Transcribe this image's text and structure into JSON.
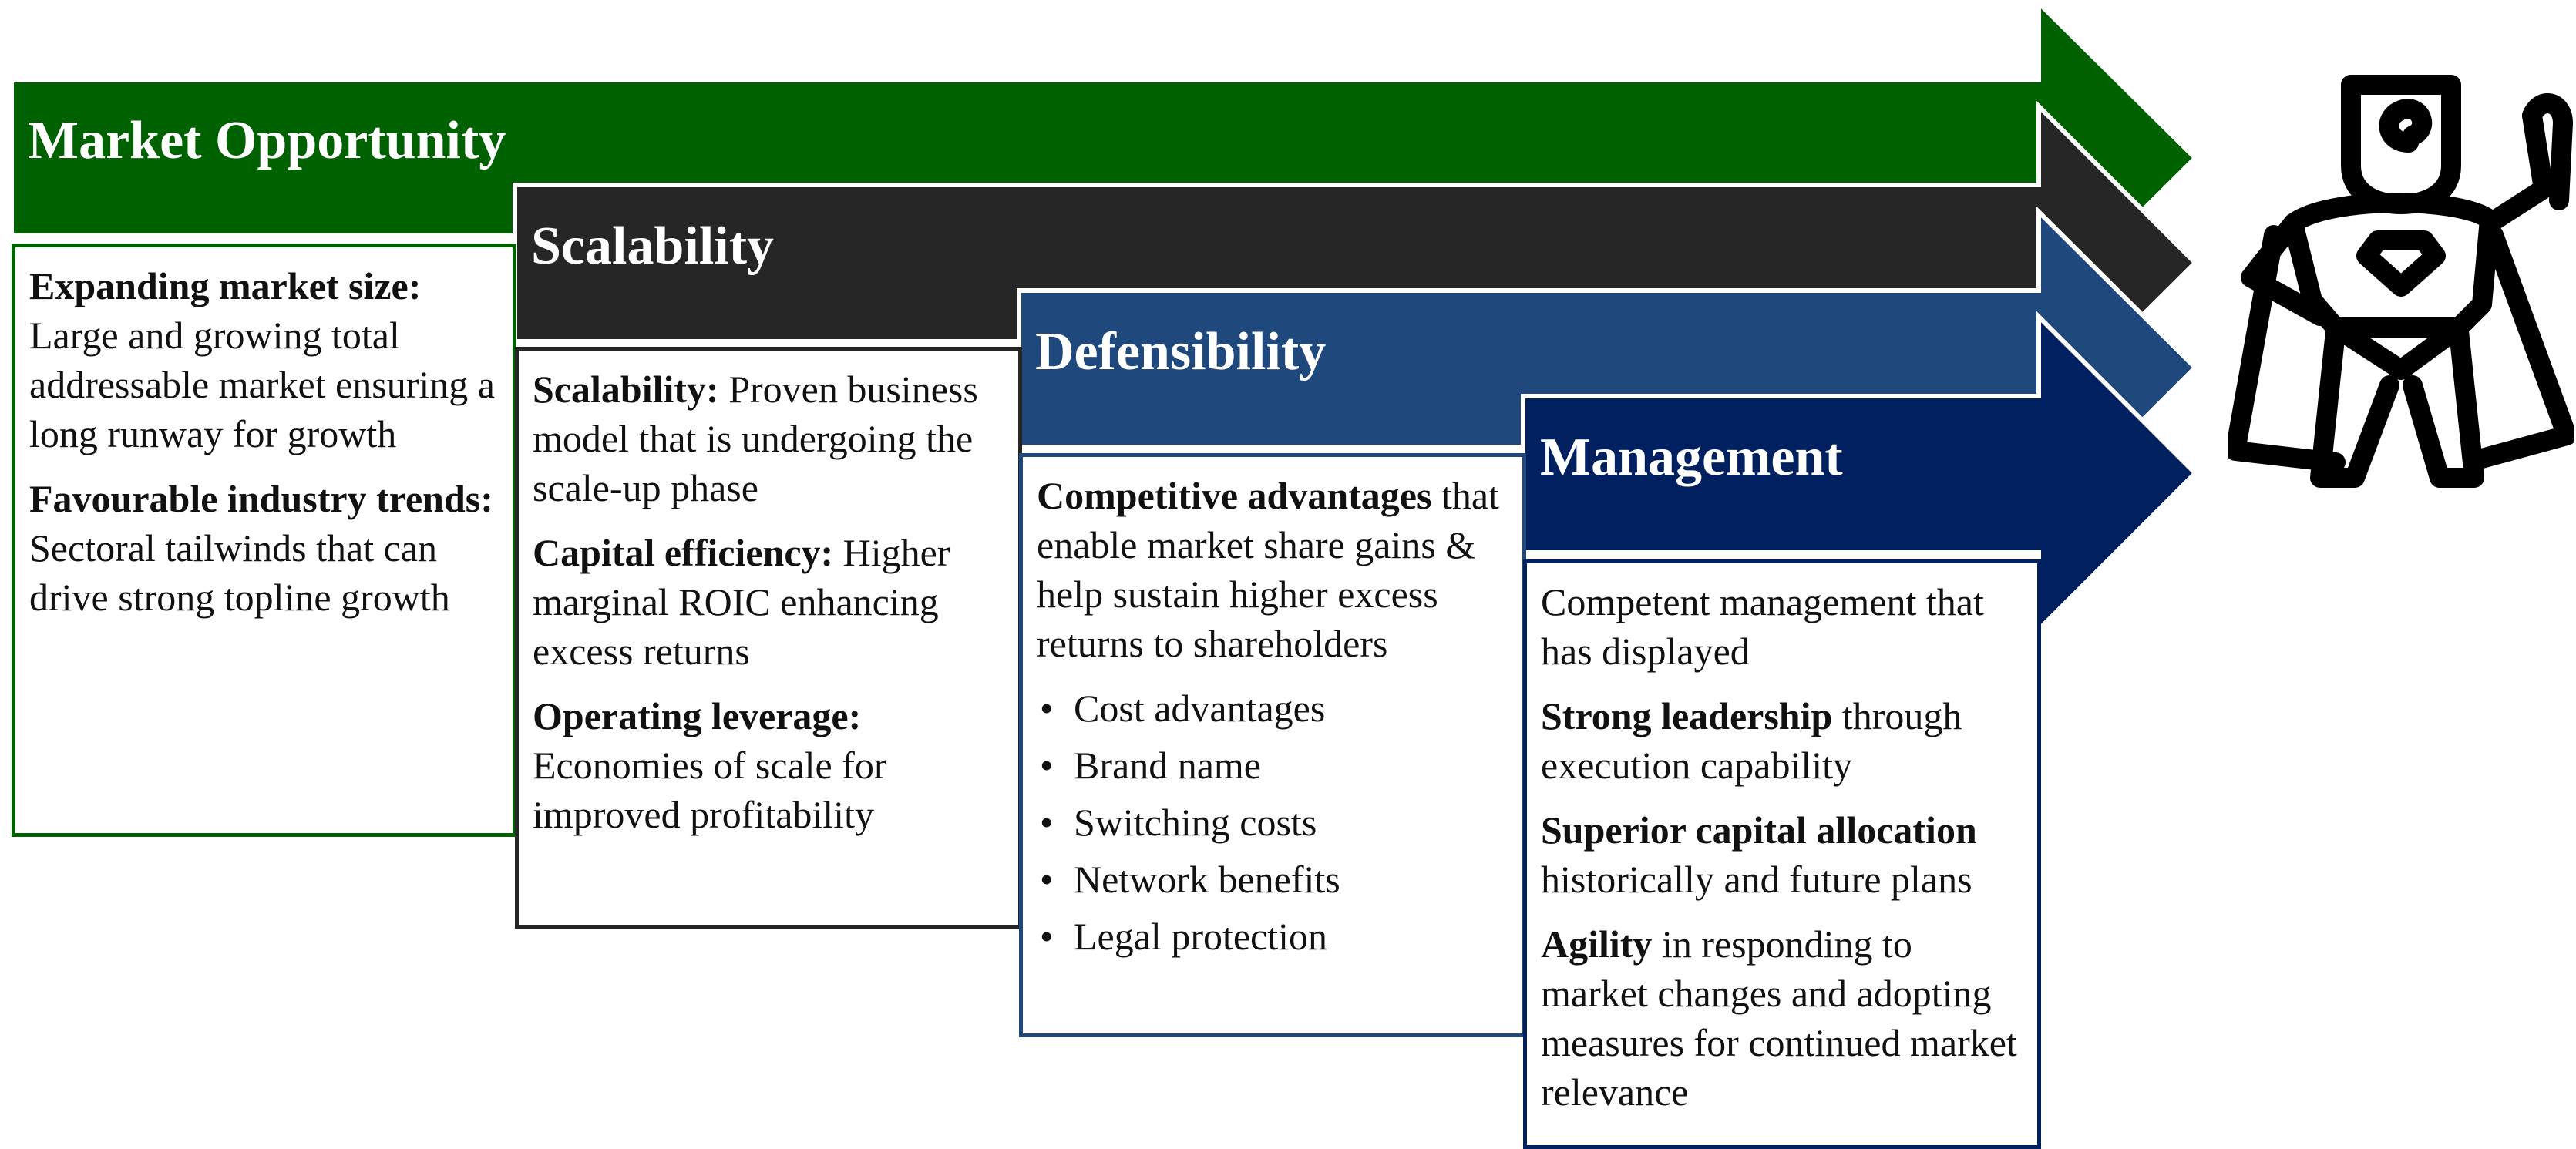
{
  "colors": {
    "market": "#006100",
    "scalability": "#262626",
    "defensibility": "#1f497d",
    "management": "#002060",
    "hero": "#000000"
  },
  "icons": {
    "hero": "superhero-icon"
  },
  "stages": [
    {
      "id": "market",
      "title": "Market Opportunity",
      "paragraphs": [
        {
          "bold": "Expanding market size:",
          "text": " Large and growing total addressable market ensuring a long runway for growth"
        },
        {
          "bold": "Favourable industry trends:",
          "text": " Sectoral tailwinds that can drive strong topline growth"
        }
      ]
    },
    {
      "id": "scalability",
      "title": "Scalability",
      "paragraphs": [
        {
          "bold": "Scalability:",
          "text": " Proven business model that is undergoing the scale-up phase"
        },
        {
          "bold": "Capital efficiency:",
          "text": " Higher marginal ROIC enhancing excess returns"
        },
        {
          "bold": "Operating leverage:",
          "text": " Economies of scale for improved profitability"
        }
      ]
    },
    {
      "id": "defensibility",
      "title": "Defensibility",
      "paragraphs": [
        {
          "bold": "Competitive advantages",
          "text": " that enable market share gains & help sustain higher excess returns to shareholders"
        }
      ],
      "bullets": [
        "Cost advantages",
        "Brand name",
        "Switching costs",
        "Network benefits",
        "Legal protection"
      ]
    },
    {
      "id": "management",
      "title": "Management",
      "paragraphs": [
        {
          "bold": "",
          "text": "Competent management that has displayed"
        },
        {
          "bold": "Strong leadership",
          "text": " through execution capability"
        },
        {
          "bold": "Superior capital allocation",
          "text": " historically and  future plans"
        },
        {
          "bold": "Agility",
          "text": " in responding to market changes and adopting measures for continued market relevance"
        }
      ]
    }
  ]
}
